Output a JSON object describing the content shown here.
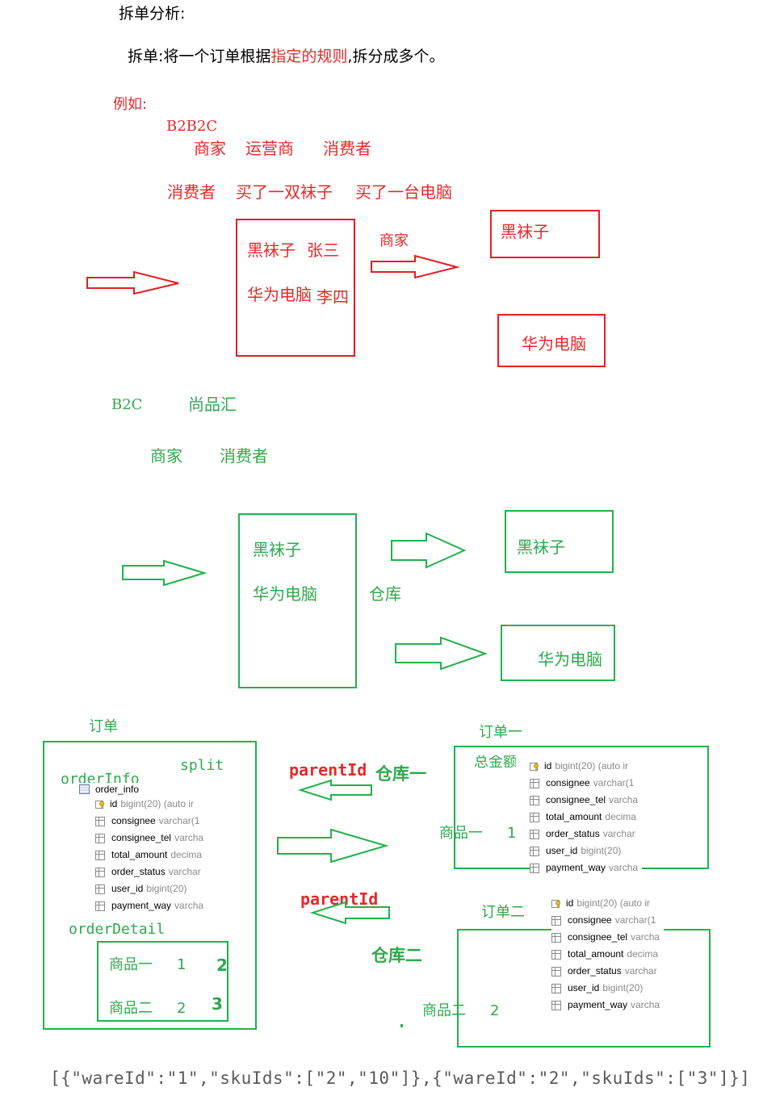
{
  "title": "拆单分析:",
  "definition": {
    "prefix": "拆单:将一个订单根据",
    "highlight": "指定的规则",
    "suffix": ",拆分成多个。"
  },
  "example_label": "例如:",
  "b2b2c": {
    "label": "B2B2C",
    "roles": [
      "商家",
      "运营商",
      "消费者"
    ],
    "scenario": [
      "消费者",
      "买了一双袜子",
      "买了一台电脑"
    ],
    "order_items": [
      "黑袜子",
      "张三",
      "华为电脑",
      "李四"
    ],
    "arrow_label": "商家",
    "split_results": [
      "黑袜子",
      "华为电脑"
    ]
  },
  "b2c": {
    "label": "B2C",
    "brand": "尚品汇",
    "roles": [
      "商家",
      "消费者"
    ],
    "order_items": [
      "黑袜子",
      "华为电脑"
    ],
    "arrow_label": "仓库",
    "split_results": [
      "黑袜子",
      "华为电脑"
    ]
  },
  "split_diagram": {
    "order_label": "订单",
    "split_label": "split",
    "order_info_label": "orderInfo",
    "order_info_table": "order_info",
    "order_detail_label": "orderDetail",
    "order_detail_items": [
      {
        "name": "商品一",
        "qty": "1",
        "sku": "2"
      },
      {
        "name": "商品二",
        "qty": "2",
        "sku": "3"
      }
    ],
    "parent_id_label": "parentId",
    "warehouses": [
      "仓库一",
      "仓库二"
    ],
    "sub_orders": [
      {
        "label": "订单一",
        "extra": "总金额",
        "item": "商品一",
        "qty": "1"
      },
      {
        "label": "订单二",
        "item": "商品二",
        "qty": "2"
      }
    ],
    "columns": [
      {
        "name": "id",
        "type": "bigint(20) (auto ir",
        "key": true
      },
      {
        "name": "consignee",
        "type": "varchar(1"
      },
      {
        "name": "consignee_tel",
        "type": "varcha"
      },
      {
        "name": "total_amount",
        "type": "decima"
      },
      {
        "name": "order_status",
        "type": "varchar"
      },
      {
        "name": "user_id",
        "type": "bigint(20)"
      },
      {
        "name": "payment_way",
        "type": "varcha"
      }
    ]
  },
  "json_sample": "[{\"wareId\":\"1\",\"skuIds\":[\"2\",\"10\"]},{\"wareId\":\"2\",\"skuIds\":[\"3\"]}]",
  "colors": {
    "red": "#e31e24",
    "green": "#22b14c",
    "text_red": "#e8282a",
    "text_green": "#2fa84c"
  }
}
